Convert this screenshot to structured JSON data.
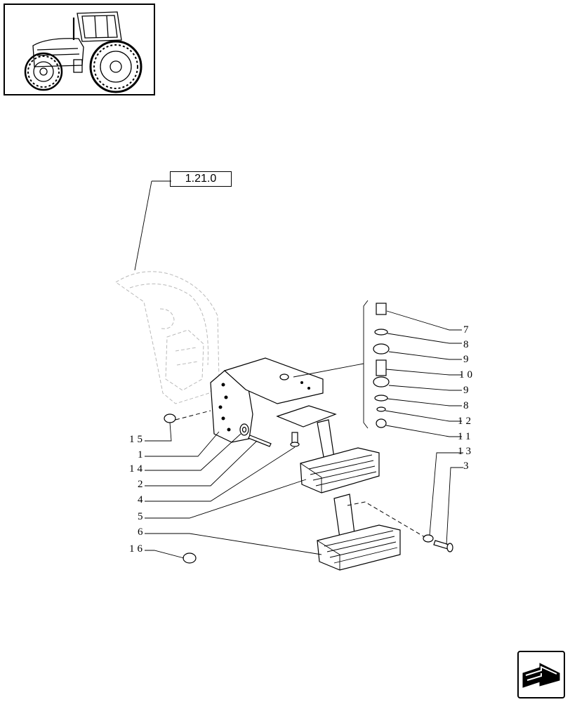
{
  "reference_label": "1.21.0",
  "callouts": {
    "c7": "7",
    "c8a": "8",
    "c9a": "9",
    "c10": "10",
    "c9b": "9",
    "c8b": "8",
    "c12": "12",
    "c11": "11",
    "c13": "13",
    "c3": "3",
    "c15": "15",
    "c1": "1",
    "c14": "14",
    "c2": "2",
    "c4": "4",
    "c5": "5",
    "c6": "6",
    "c16": "16"
  },
  "icons": {
    "thumbnail": "tractor-thumbnail-icon",
    "navigation": "next-page-arrow-icon"
  }
}
